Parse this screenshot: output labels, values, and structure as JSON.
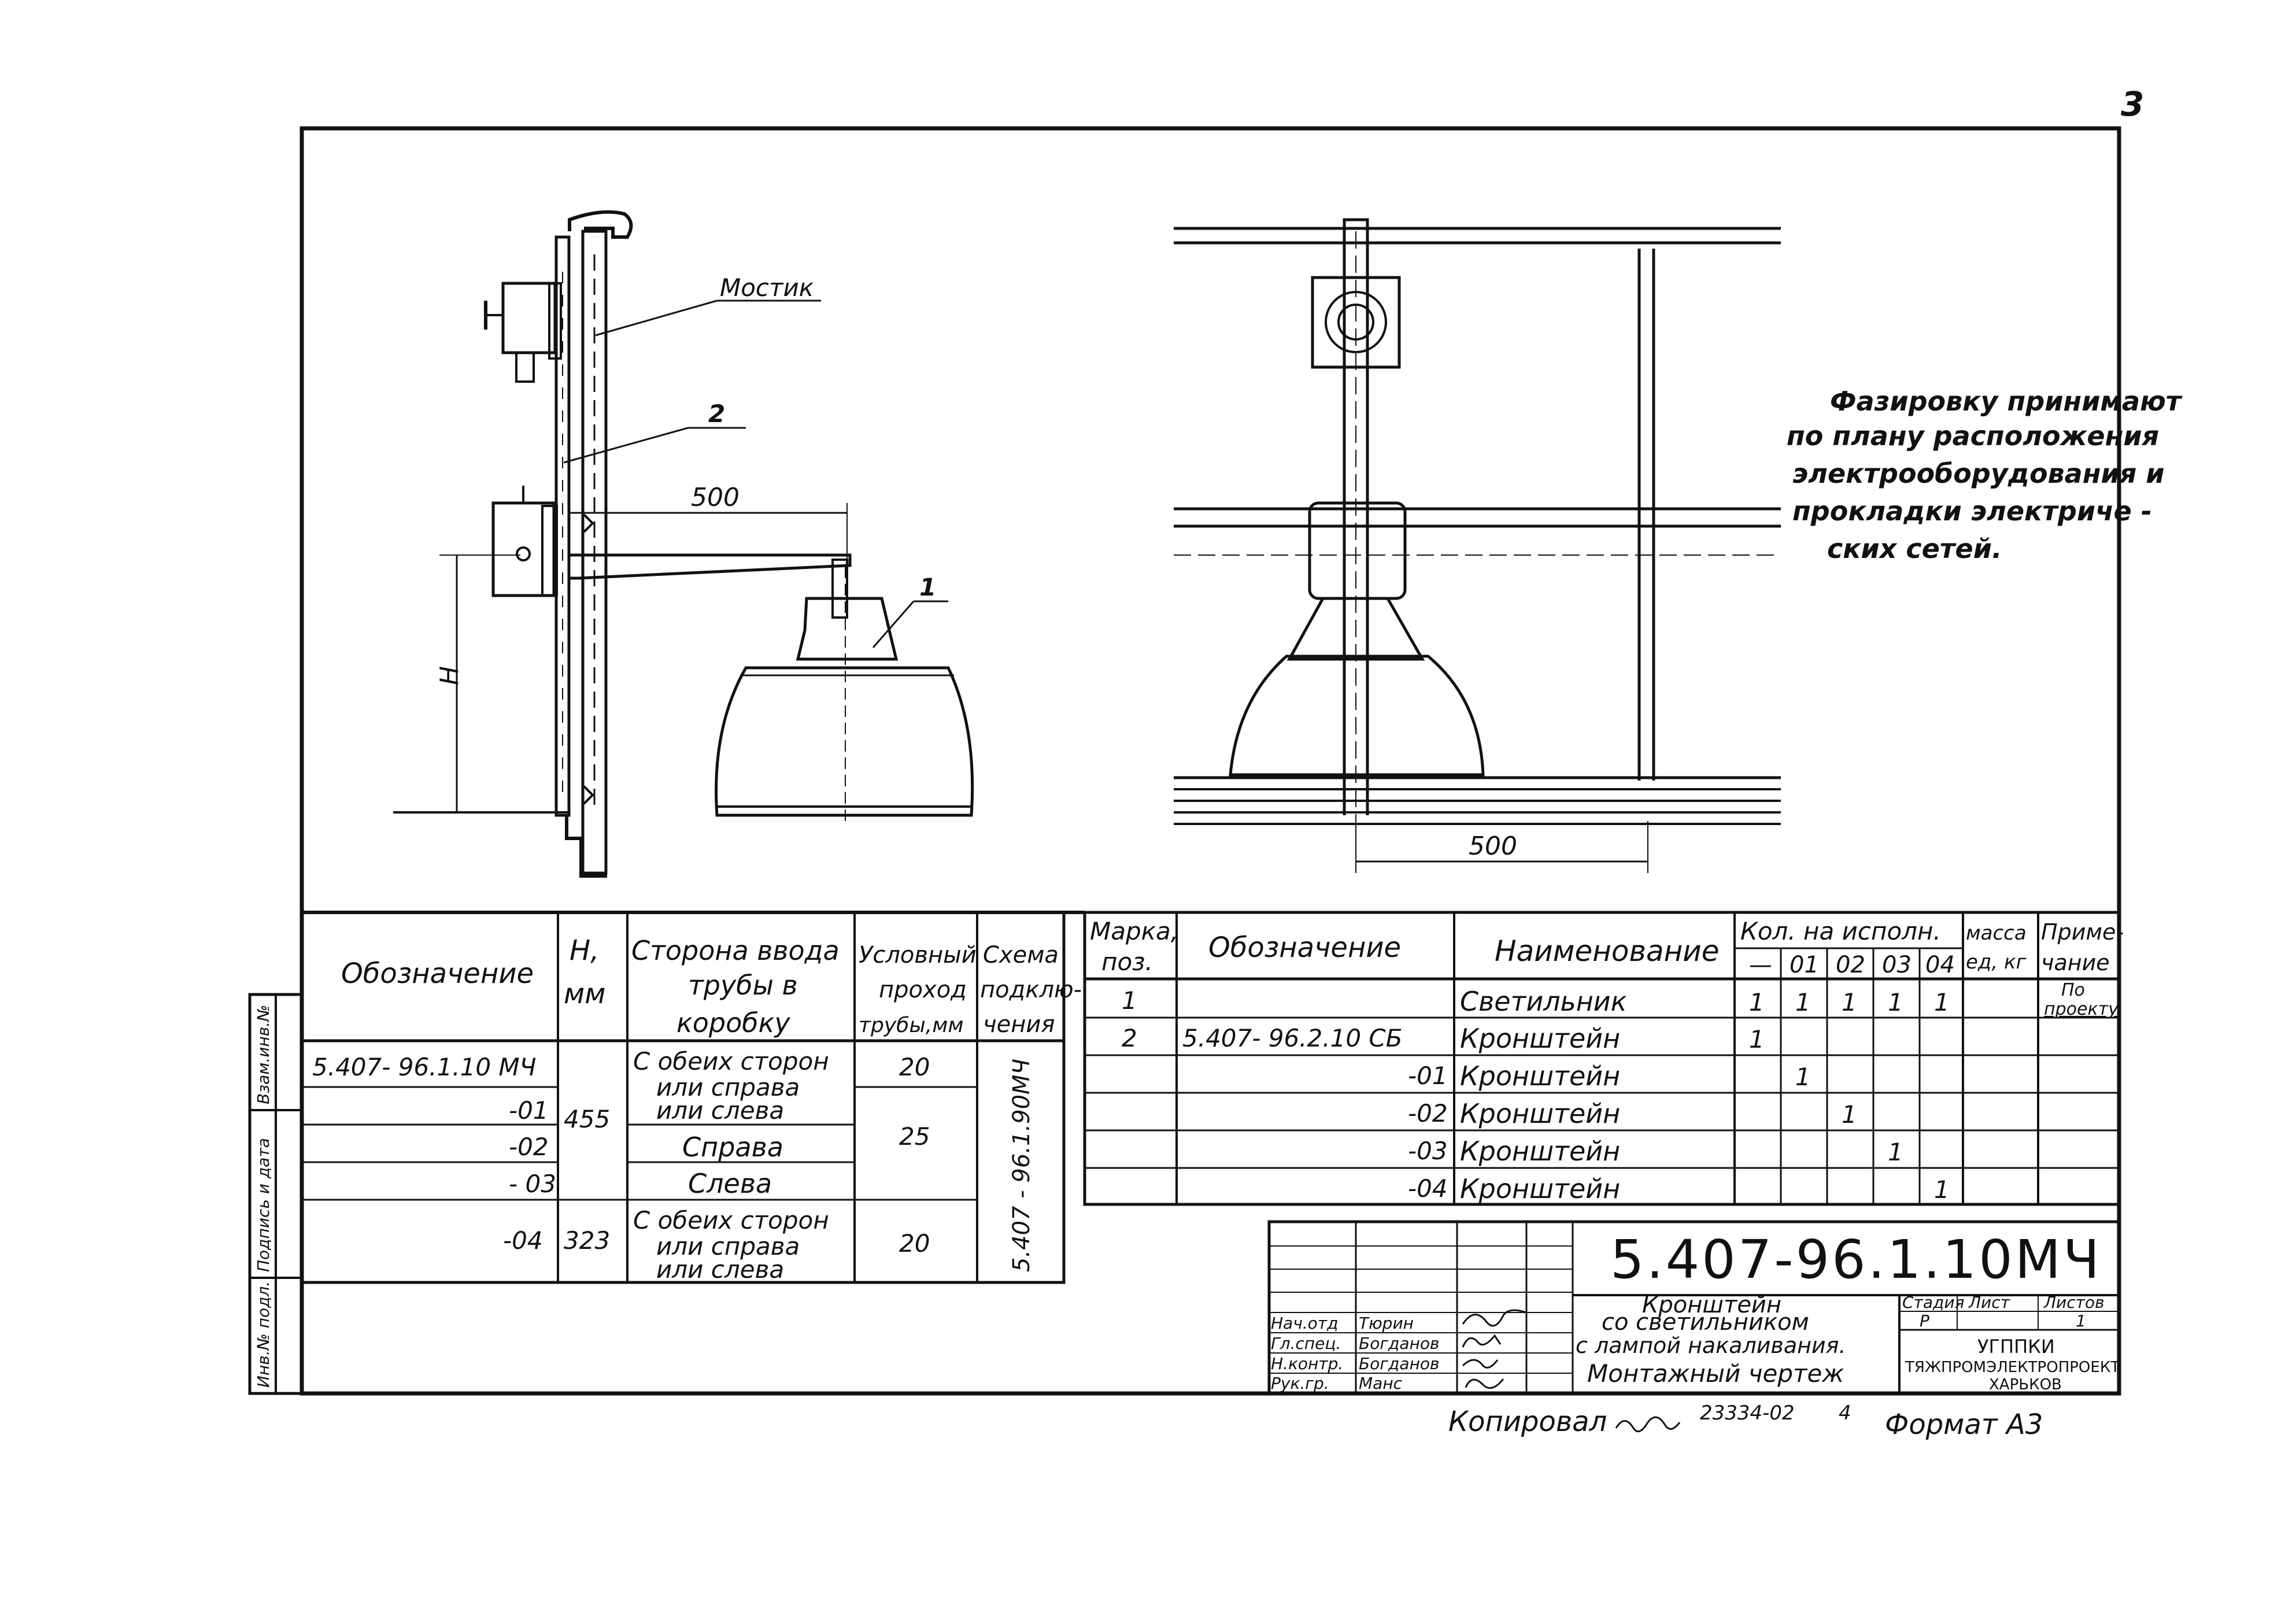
{
  "page_number": "3",
  "side_view": {
    "label_bridge": "Мостик",
    "label_bracket": "2",
    "label_lamp": "1",
    "dim_length": "500",
    "dim_height": "Н"
  },
  "front_view": {
    "dim_length": "500"
  },
  "note": {
    "lines": [
      "Фазировку принимают",
      "по плану расположения",
      "электрооборудования и",
      "прокладки электриче -",
      "ских сетей."
    ]
  },
  "variants_table": {
    "headers": {
      "designation": "Обозначение",
      "h_mm": [
        "Н,",
        "мм"
      ],
      "entry_side": [
        "Сторона ввода",
        "трубы в",
        "коробку"
      ],
      "pipe_bore": [
        "Условный",
        "проход",
        "трубы,мм"
      ],
      "connection": [
        "Схема",
        "подклю-",
        "чения"
      ]
    },
    "rows": [
      {
        "designation": "5.407- 96.1.10  МЧ",
        "side": [
          "С обеих сторон",
          "или справа",
          "или слева"
        ],
        "bore": "20"
      },
      {
        "designation": "-01"
      },
      {
        "designation": "-02",
        "side": [
          "Справа"
        ]
      },
      {
        "designation": "- 03",
        "side": [
          "Слева"
        ]
      },
      {
        "designation": "-04",
        "h": "323",
        "side": [
          "С обеих сторон",
          "или справа",
          "или слева"
        ],
        "bore": "20"
      }
    ],
    "merged": {
      "h_455": "455",
      "bore_25": "25",
      "scheme": "5.407 - 96.1.90МЧ"
    }
  },
  "spec_table": {
    "headers": {
      "mark": [
        "Марка,",
        "поз."
      ],
      "designation": "Обозначение",
      "name": "Наименование",
      "qty": "Кол. на исполн.",
      "qty_cols": [
        "—",
        "01",
        "02",
        "03",
        "04"
      ],
      "mass": [
        "масса",
        "ед, кг"
      ],
      "note": [
        "Приме-",
        "чание"
      ]
    },
    "rows": [
      {
        "mark": "1",
        "designation": "",
        "name": "Светильник",
        "qty": [
          "1",
          "1",
          "1",
          "1",
          "1"
        ],
        "note": [
          "По",
          "проекту"
        ]
      },
      {
        "mark": "2",
        "designation": "5.407- 96.2.10 СБ",
        "name": "Кронштейн",
        "qty": [
          "1",
          "",
          "",
          "",
          ""
        ]
      },
      {
        "mark": "",
        "designation": "-01",
        "name": "Кронштейн",
        "qty": [
          "",
          "1",
          "",
          "",
          ""
        ]
      },
      {
        "mark": "",
        "designation": "-02",
        "name": "Кронштейн",
        "qty": [
          "",
          "",
          "1",
          "",
          ""
        ]
      },
      {
        "mark": "",
        "designation": "-03",
        "name": "Кронштейн",
        "qty": [
          "",
          "",
          "",
          "1",
          ""
        ]
      },
      {
        "mark": "",
        "designation": "-04",
        "name": "Кронштейн",
        "qty": [
          "",
          "",
          "",
          "",
          "1"
        ]
      }
    ]
  },
  "title_block": {
    "code": "5.407-96.1.10МЧ",
    "title_lines": [
      "Кронштейн",
      "со светильником",
      "с лампой накаливания.",
      "Монтажный чертеж"
    ],
    "stage_label": "Стадия",
    "sheet_label": "Лист",
    "sheets_label": "Листов",
    "stage_value": "Р",
    "sheets_value": "1",
    "org": [
      "УГППКИ",
      "ТЯЖПРОМЭЛЕКТРОПРОЕКТ",
      "ХАРЬКОВ"
    ],
    "people": [
      {
        "role": "Нач.отд",
        "name": "Тюрин"
      },
      {
        "role": "Гл.спец.",
        "name": "Богданов"
      },
      {
        "role": "Н.контр.",
        "name": "Богданов"
      },
      {
        "role": "Рук.гр.",
        "name": "Манс"
      }
    ]
  },
  "side_stamp": [
    "Инв.№ подл.",
    "Подпись и дата",
    "Взам.инв.№"
  ],
  "footer": {
    "copied": "Копировал",
    "number": "23334-02",
    "sheet_no": "4",
    "format": "Формат А3"
  }
}
